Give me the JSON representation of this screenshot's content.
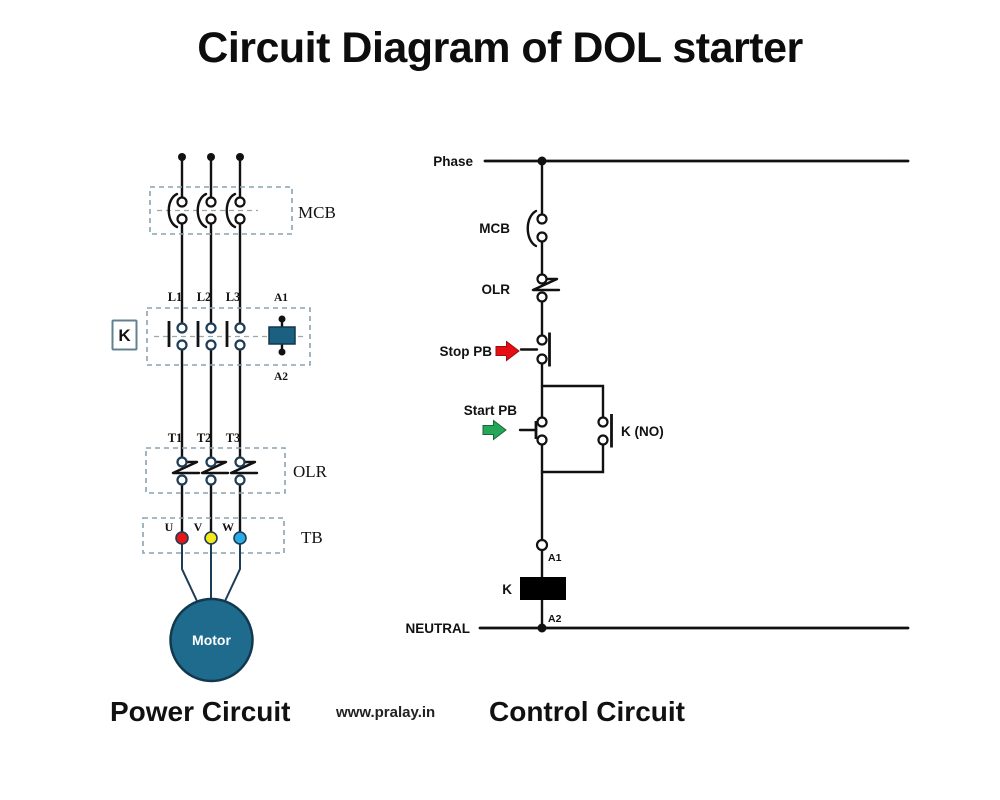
{
  "title": "Circuit Diagram of DOL starter",
  "watermark": "www.pralay.in",
  "colors": {
    "dashed_box": "#8aa2b0",
    "coil_teal": "#1b6080",
    "motor_teal": "#1e6b8d",
    "terminal_u": "#e81515",
    "terminal_v": "#f8e719",
    "terminal_w": "#2aabe3",
    "stop_arrow": "#e60e12",
    "start_arrow": "#27a558"
  },
  "power_circuit": {
    "caption": "Power Circuit",
    "breaker_label": "MCB",
    "contactor_label": "K",
    "overload_label": "OLR",
    "terminal_block_label": "TB",
    "motor_label": "Motor",
    "line_terminals": [
      "L1",
      "L2",
      "L3"
    ],
    "load_terminals": [
      "T1",
      "T2",
      "T3"
    ],
    "motor_terminals": [
      "U",
      "V",
      "W"
    ],
    "coil_terminal_top": "A1",
    "coil_terminal_bottom": "A2"
  },
  "control_circuit": {
    "caption": "Control Circuit",
    "phase_label": "Phase",
    "neutral_label": "NEUTRAL",
    "breaker_label": "MCB",
    "overload_label": "OLR",
    "stop_button_label": "Stop PB",
    "start_button_label": "Start PB",
    "holding_contact_label": "K (NO)",
    "coil_label": "K",
    "coil_terminal_top": "A1",
    "coil_terminal_bottom": "A2"
  }
}
